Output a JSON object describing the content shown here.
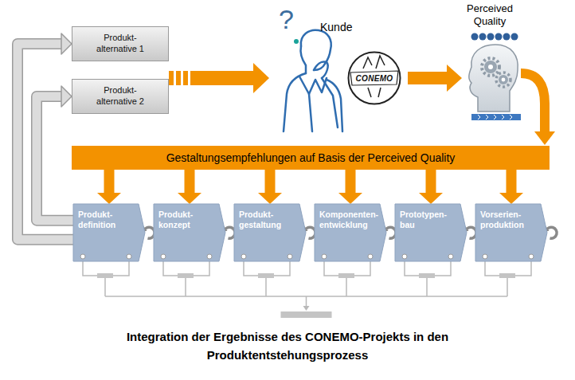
{
  "diagram": {
    "caption": "Integration der Ergebnisse des CONEMO-Projekts in den Produktentstehungsprozess",
    "nodes": [
      {
        "text": [
          "Produkt- alternative 1"
        ]
      },
      {
        "text": [
          "Produkt- alternative 2"
        ]
      },
      {
        "text": [
          "CONEMO"
        ]
      },
      {
        "text": [
          "Gestaltungsempfehlungen auf Basis der Perceived Quality"
        ]
      },
      {
        "text": [
          "Produkt- definition"
        ]
      },
      {
        "text": [
          "Produkt- konzept"
        ]
      },
      {
        "text": [
          "Produkt- gestaltung"
        ]
      },
      {
        "text": [
          "Komponenten- entwicklung"
        ]
      },
      {
        "text": [
          "Prototypen- bau"
        ]
      },
      {
        "text": [
          "Vorserien- produktion"
        ]
      }
    ],
    "edges": [
      {
        "from": 3,
        "to": 4,
        "arrow": "to"
      },
      {
        "from": 3,
        "to": 5,
        "arrow": "to"
      },
      {
        "from": 3,
        "to": 6,
        "arrow": "to"
      },
      {
        "from": 3,
        "to": 7,
        "arrow": "to"
      },
      {
        "from": 3,
        "to": 8,
        "arrow": "to"
      },
      {
        "from": 3,
        "to": 9,
        "arrow": "to"
      },
      {
        "from": 4,
        "to": 0,
        "arrow": "to"
      },
      {
        "from": 4,
        "to": 1,
        "arrow": "to"
      }
    ],
    "labels": [
      "?",
      "Kunde",
      "Perceived Quality"
    ]
  }
}
